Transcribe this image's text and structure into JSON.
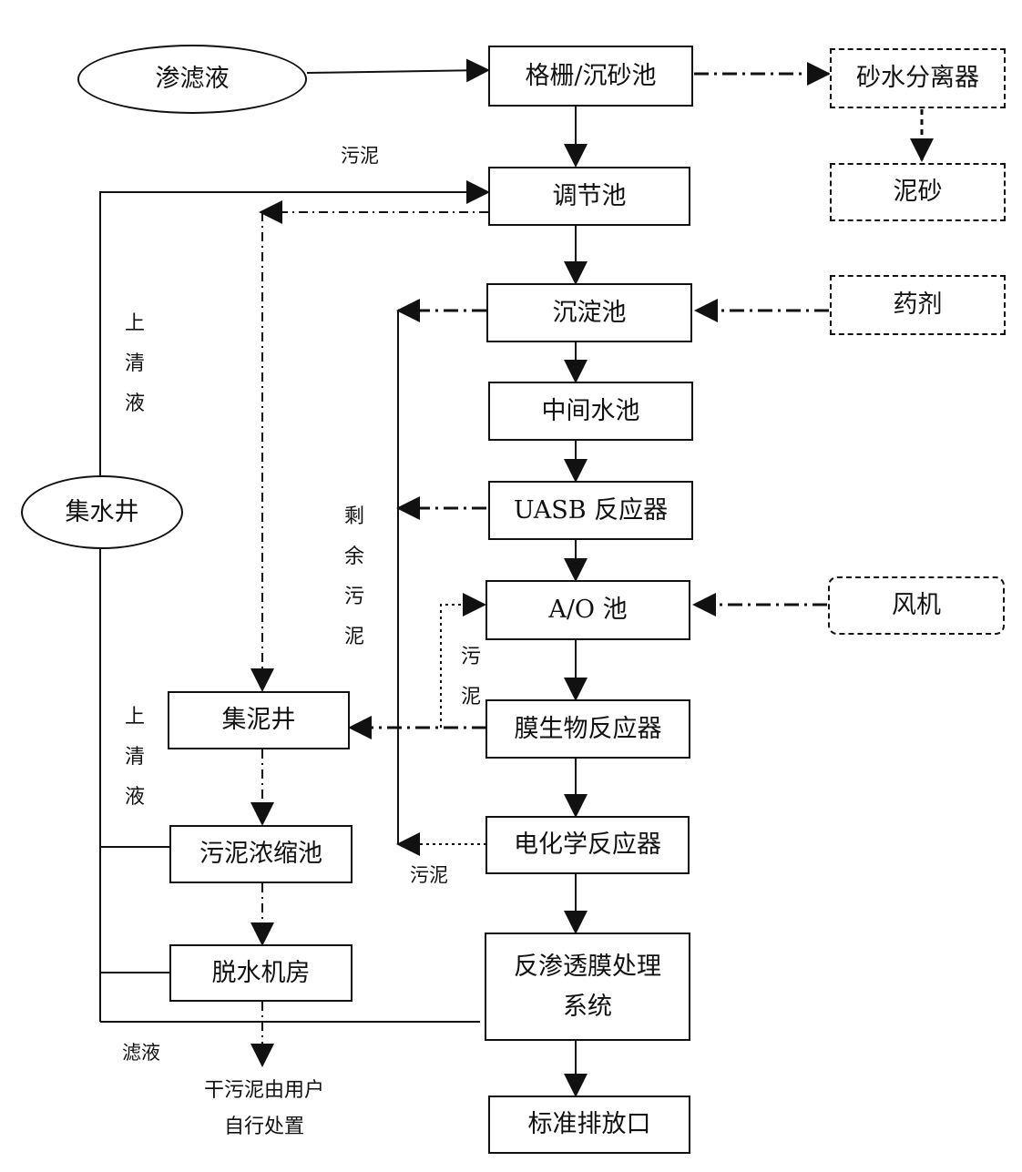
{
  "nodes": {
    "leachate": "渗滤液",
    "screen_grit": "格栅/沉砂池",
    "sand_separator": "砂水分离器",
    "grit": "泥砂",
    "equalization": "调节池",
    "sedimentation": "沉淀池",
    "reagent": "药剂",
    "intermediate": "中间水池",
    "uasb": "UASB 反应器",
    "ao": "A/O 池",
    "blower": "风机",
    "mbr": "膜生物反应器",
    "electrochem": "电化学反应器",
    "ro_line1": "反渗透膜处理",
    "ro_line2": "系统",
    "discharge": "标准排放口",
    "sump": "集水井",
    "sludge_well": "集泥井",
    "thickener": "污泥浓缩池",
    "dewatering": "脱水机房",
    "dry_sludge_line1": "干污泥由用户",
    "dry_sludge_line2": "自行处置"
  },
  "labels": {
    "sludge_top": "污泥",
    "supernatant_upper": "上清液",
    "supernatant_lower": "上清液",
    "excess_sludge": "剩余污泥",
    "sludge_ao": "污泥",
    "sludge_electro": "污泥",
    "filtrate": "滤液"
  }
}
